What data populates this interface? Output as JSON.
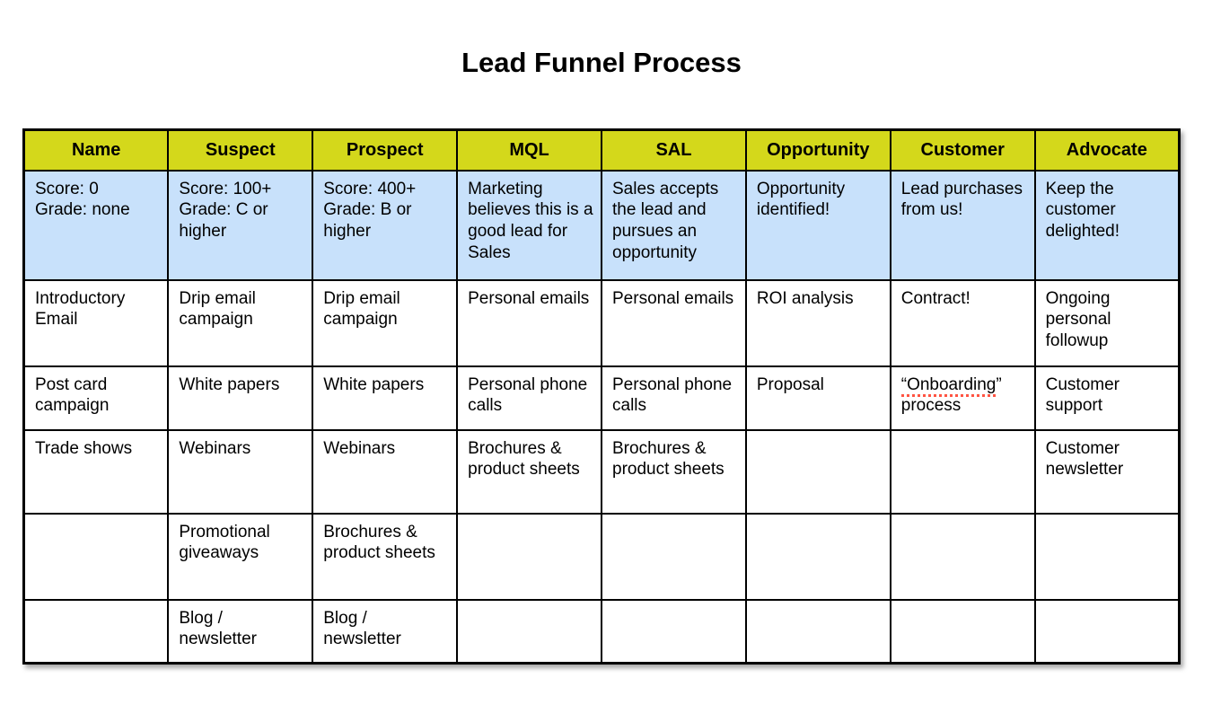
{
  "title": "Lead Funnel Process",
  "table": {
    "columns": [
      "Name",
      "Suspect",
      "Prospect",
      "MQL",
      "SAL",
      "Opportunity",
      "Customer",
      "Advocate"
    ],
    "description_row": [
      "Score: 0\nGrade: none",
      "Score: 100+\nGrade: C or higher",
      "Score: 400+\nGrade: B or higher",
      "Marketing believes this is a good lead for Sales",
      "Sales accepts the lead and pursues an opportunity",
      "Opportunity identified!",
      "Lead purchases from us!",
      "Keep the customer delighted!"
    ],
    "rows": [
      [
        "Introductory Email",
        "Drip email campaign",
        "Drip email campaign",
        "Personal emails",
        "Personal emails",
        "ROI analysis",
        "Contract!",
        "Ongoing personal followup"
      ],
      [
        "Post card campaign",
        "White papers",
        "White papers",
        "Personal phone calls",
        "Personal phone calls",
        "Proposal",
        "“Onboarding” process",
        "Customer support"
      ],
      [
        "Trade shows",
        "Webinars",
        "Webinars",
        "Brochures & product sheets",
        "Brochures & product sheets",
        "",
        "",
        "Customer newsletter"
      ],
      [
        "",
        "Promotional giveaways",
        "Brochures & product sheets",
        "",
        "",
        "",
        "",
        ""
      ],
      [
        "",
        "Blog / newsletter",
        "Blog / newsletter",
        "",
        "",
        "",
        "",
        ""
      ]
    ],
    "misspelled_fragment": "“Onboarding",
    "colors": {
      "header_bg": "#d4d81b",
      "description_bg": "#c8e1fb",
      "border": "#000000",
      "squiggle": "#ff5443",
      "text": "#000000",
      "background": "#ffffff"
    }
  }
}
